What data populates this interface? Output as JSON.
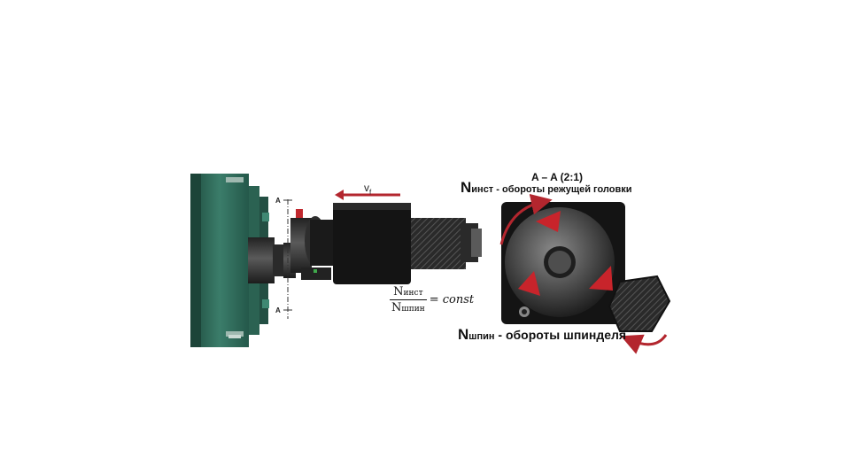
{
  "section_label": "A – A (2:1)",
  "tool_speed": {
    "symbol": "N",
    "subscript": "инст",
    "description": " - обороты режущей головки"
  },
  "spindle_speed": {
    "symbol": "N",
    "subscript": "шпин",
    "description": " - обороты шпинделя"
  },
  "feed_label": {
    "symbol": "v",
    "subscript": "f"
  },
  "section_marker": "A",
  "formula": {
    "numerator_symbol": "N",
    "numerator_sub": "инст",
    "denominator_symbol": "N",
    "denominator_sub": "шпин",
    "rhs": "= const"
  },
  "colors": {
    "chuck_green": "#2f6b5a",
    "arrow_red": "#b3262e",
    "body_black": "#141414",
    "steel_grey": "#3a3a3a"
  }
}
